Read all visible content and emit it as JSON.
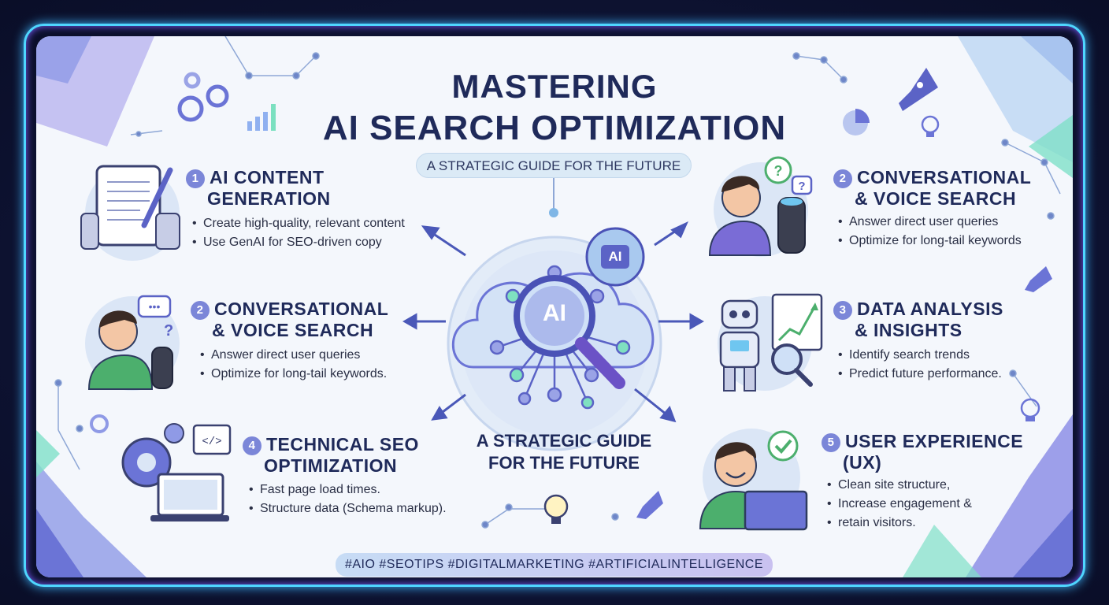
{
  "title": {
    "line1": "MASTERING",
    "line2": "AI SEARCH OPTIMIZATION"
  },
  "subtitle": "A STRATEGIC GUIDE FOR THE FUTURE",
  "center": {
    "badge": "AI",
    "brain_badge": "AI",
    "caption_line1": "A STRATEGIC GUIDE",
    "caption_line2": "FOR THE FUTURE"
  },
  "sections": {
    "content_generation": {
      "number": "1",
      "heading_line1": "AI CONTENT",
      "heading_line2": "GENERATION",
      "bullets": [
        "Create high-quality, relevant content",
        "Use GenAI for SEO-driven copy"
      ]
    },
    "conversational_left": {
      "number": "2",
      "heading_line1": "CONVERSATIONAL",
      "heading_line2": "& VOICE SEARCH",
      "bullets": [
        "Answer direct user queries",
        "Optimize for long-tail keywords."
      ]
    },
    "technical_seo": {
      "number": "4",
      "heading_line1": "TECHNICAL SEO",
      "heading_line2": "OPTIMIZATION",
      "bullets": [
        "Fast page load times.",
        "Structure data (Schema markup)."
      ]
    },
    "conversational_right": {
      "number": "2",
      "heading_line1": "CONVERSATIONAL",
      "heading_line2": "& VOICE SEARCH",
      "bullets": [
        "Answer direct user queries",
        "Optimize for long-tail keywords"
      ]
    },
    "data_analysis": {
      "number": "3",
      "heading_line1": "DATA ANALYSIS",
      "heading_line2": "& INSIGHTS",
      "bullets": [
        "Identify search trends",
        "Predict future performance."
      ]
    },
    "user_experience": {
      "number": "5",
      "heading_line1": "USER EXPERIENCE",
      "heading_line2": "(UX)",
      "bullets": [
        "Clean site structure,",
        "Increase engagement &",
        "retain visitors."
      ]
    }
  },
  "hashtags": "#AIO  #SEOTIPS  #DIGITALMARKETING  #ARTIFICIALINTELLIGENCE",
  "colors": {
    "navy": "#1f2a5a",
    "accent_purple": "#7b86d8",
    "frame_glow": "#4fd6ff",
    "person_green": "#4caf6d"
  }
}
